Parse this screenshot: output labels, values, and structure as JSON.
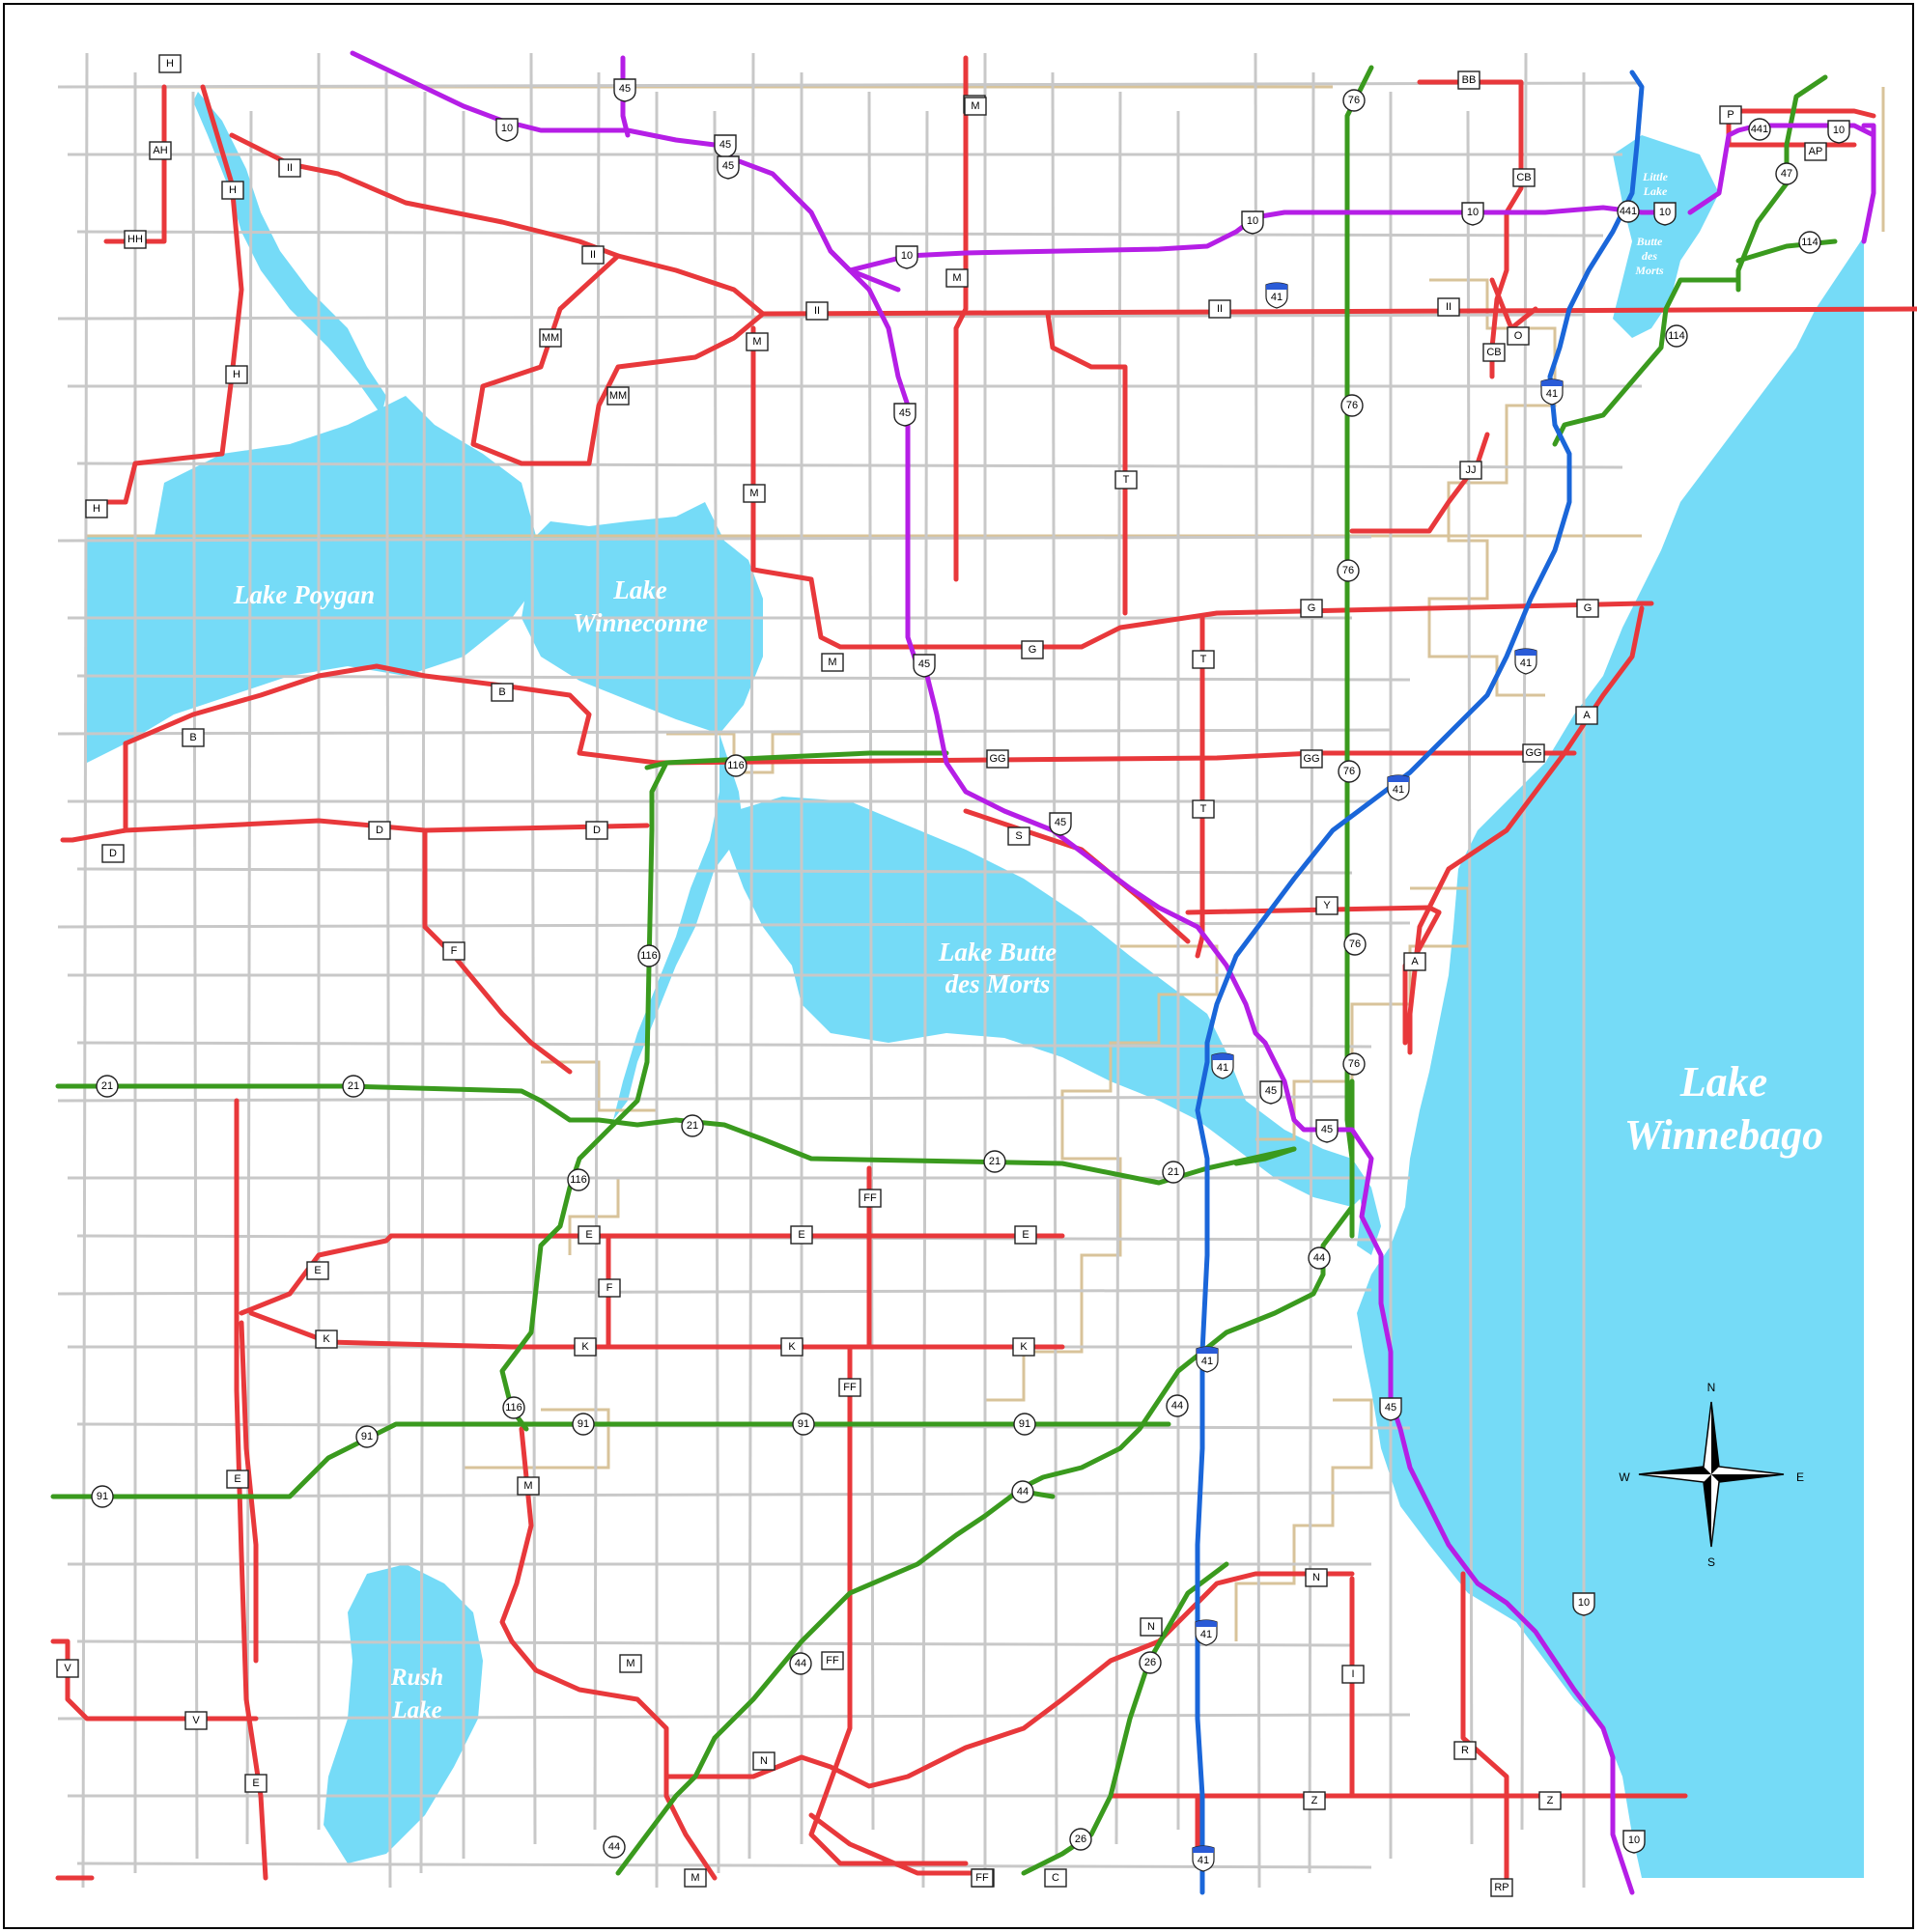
{
  "colors": {
    "water": "#75dbf7",
    "county_road": "#e8383b",
    "state_highway": "#3a9a1e",
    "us_highway": "#b51ee6",
    "interstate": "#1a66d9",
    "local_road": "#c8c8c8",
    "municipal_boundary": "#d8c39a",
    "frame": "#000000"
  },
  "lakes": [
    {
      "name_lines": [
        "Lake Poygan"
      ]
    },
    {
      "name_lines": [
        "Lake",
        "Winneconne"
      ]
    },
    {
      "name_lines": [
        "Lake Butte",
        "des Morts"
      ]
    },
    {
      "name_lines": [
        "Lake",
        "Winnebago"
      ]
    },
    {
      "name_lines": [
        "Rush",
        "Lake"
      ]
    },
    {
      "name_lines": [
        "Little",
        "Lake"
      ]
    },
    {
      "name_lines": [
        "Butte",
        "des",
        "Morts"
      ]
    }
  ],
  "compass": {
    "north": "N",
    "south": "S",
    "east": "E",
    "west": "W"
  },
  "county_road_labels": [
    "H",
    "AH",
    "H",
    "HH",
    "H",
    "H",
    "II",
    "II",
    "II",
    "II",
    "II",
    "M",
    "M",
    "M",
    "MM",
    "MM",
    "M",
    "M",
    "M",
    "T",
    "T",
    "T",
    "G",
    "G",
    "G",
    "BB",
    "CB",
    "CB",
    "O",
    "JJ",
    "A",
    "A",
    "B",
    "B",
    "D",
    "D",
    "D",
    "F",
    "GG",
    "GG",
    "GG",
    "S",
    "Y",
    "E",
    "E",
    "E",
    "E",
    "F",
    "K",
    "K",
    "K",
    "K",
    "FF",
    "FF",
    "FF",
    "FF",
    "E",
    "E",
    "V",
    "V",
    "M",
    "M",
    "M",
    "N",
    "N",
    "N",
    "I",
    "R",
    "Z",
    "Z",
    "RP",
    "C",
    "P",
    "AP",
    "FF"
  ],
  "state_highway_labels": [
    "76",
    "76",
    "76",
    "76",
    "76",
    "76",
    "116",
    "116",
    "116",
    "116",
    "21",
    "21",
    "21",
    "21",
    "21",
    "44",
    "44",
    "44",
    "44",
    "44",
    "91",
    "91",
    "91",
    "91",
    "91",
    "26",
    "26",
    "47",
    "114",
    "114",
    "441",
    "441"
  ],
  "us_highway_labels": [
    "45",
    "45",
    "45",
    "45",
    "45",
    "45",
    "45",
    "45",
    "45",
    "10",
    "10",
    "10",
    "10",
    "10",
    "10",
    "10",
    "10"
  ],
  "interstate_labels": [
    "41",
    "41",
    "41",
    "41",
    "41",
    "41",
    "41",
    "41"
  ]
}
